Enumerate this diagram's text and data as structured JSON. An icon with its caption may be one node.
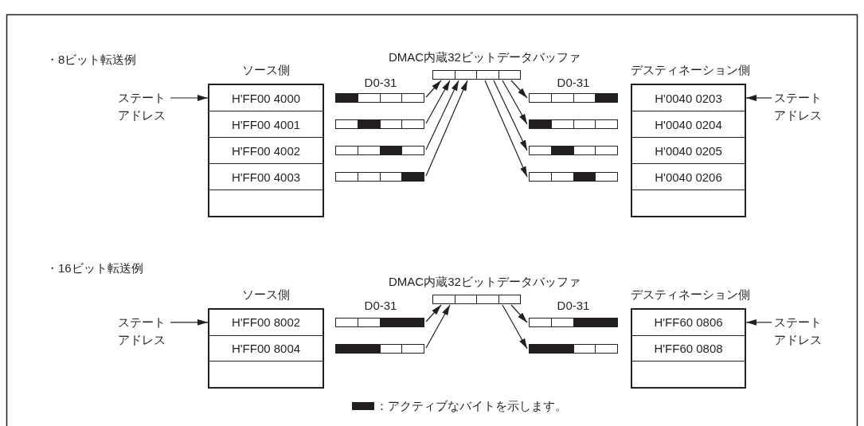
{
  "diagram": {
    "nodes": [
      {
        "text": [
          "ステートアドレス"
        ]
      },
      {
        "text": [
          "ソース側"
        ]
      },
      {
        "text": [
          "H'FF00 4000"
        ],
        "in": 1
      },
      {
        "text": [
          "H'FF00 4001"
        ],
        "in": 1
      },
      {
        "text": [
          "H'FF00 4002"
        ],
        "in": 1
      },
      {
        "text": [
          "H'FF00 4003"
        ],
        "in": 1
      },
      {
        "text": [],
        "shape": "box",
        "in": 1
      },
      {
        "text": [],
        "shape": "bar"
      },
      {
        "text": [],
        "shape": "bar"
      },
      {
        "text": [],
        "shape": "bar"
      },
      {
        "text": [],
        "shape": "bar"
      },
      {
        "text": [
          "DMAC内蔵32ビットデータバッファ"
        ]
      },
      {
        "text": [],
        "shape": "bar"
      },
      {
        "text": [],
        "shape": "bar"
      },
      {
        "text": [],
        "shape": "bar"
      },
      {
        "text": [],
        "shape": "bar"
      },
      {
        "text": [
          "デスティネーション側"
        ]
      },
      {
        "text": [
          "H'0040 0203"
        ],
        "in": 16
      },
      {
        "text": [
          "H'0040 0204"
        ],
        "in": 16
      },
      {
        "text": [
          "H'0040 0205"
        ],
        "in": 16
      },
      {
        "text": [
          "H'0040 0206"
        ],
        "in": 16
      },
      {
        "text": [],
        "shape": "box",
        "in": 16
      },
      {
        "text": [
          "ステートアドレス"
        ]
      },
      {
        "text": [
          "ステートアドレス"
        ]
      },
      {
        "text": [
          "ソース側"
        ]
      },
      {
        "text": [
          "H'FF00 8002"
        ],
        "in": 24
      },
      {
        "text": [
          "H'FF00 8004"
        ],
        "in": 24
      },
      {
        "text": [],
        "shape": "box",
        "in": 24
      },
      {
        "text": [],
        "shape": "bar"
      },
      {
        "text": [],
        "shape": "bar"
      },
      {
        "text": [
          "DMAC内蔵32ビットデータバッファ"
        ]
      },
      {
        "text": [],
        "shape": "bar"
      },
      {
        "text": [],
        "shape": "bar"
      },
      {
        "text": [
          "デスティネーション側"
        ]
      },
      {
        "text": [
          "H'FF60 0806"
        ],
        "in": 33
      },
      {
        "text": [
          "H'FF60 0808"
        ],
        "in": 33
      },
      {
        "text": [],
        "shape": "box",
        "in": 33
      },
      {
        "text": [
          "ステートアドレス"
        ]
      }
    ],
    "edges": [
      {
        "from": 0,
        "to": 2,
        "arrow": "to"
      },
      {
        "from": 7,
        "to": 11,
        "arrow": "to"
      },
      {
        "from": 8,
        "to": 11,
        "arrow": "to"
      },
      {
        "from": 9,
        "to": 11,
        "arrow": "to"
      },
      {
        "from": 10,
        "to": 11,
        "arrow": "to"
      },
      {
        "from": 11,
        "to": 12,
        "arrow": "to"
      },
      {
        "from": 11,
        "to": 13,
        "arrow": "to"
      },
      {
        "from": 11,
        "to": 14,
        "arrow": "to"
      },
      {
        "from": 11,
        "to": 15,
        "arrow": "to"
      },
      {
        "from": 22,
        "to": 17,
        "arrow": "to"
      },
      {
        "from": 23,
        "to": 25,
        "arrow": "to"
      },
      {
        "from": 28,
        "to": 30,
        "arrow": "to"
      },
      {
        "from": 29,
        "to": 30,
        "arrow": "to"
      },
      {
        "from": 30,
        "to": 31,
        "arrow": "to"
      },
      {
        "from": 30,
        "to": 32,
        "arrow": "to"
      },
      {
        "from": 37,
        "to": 34,
        "arrow": "to"
      }
    ],
    "labels": [
      "・8ビット転送例",
      "D0-31",
      "D0-31",
      "・16ビット転送例",
      "D0-31",
      "D0-31"
    ],
    "legend": [
      {
        "text": "：アクティブなバイトを示します。",
        "color": "#231f20"
      }
    ]
  }
}
